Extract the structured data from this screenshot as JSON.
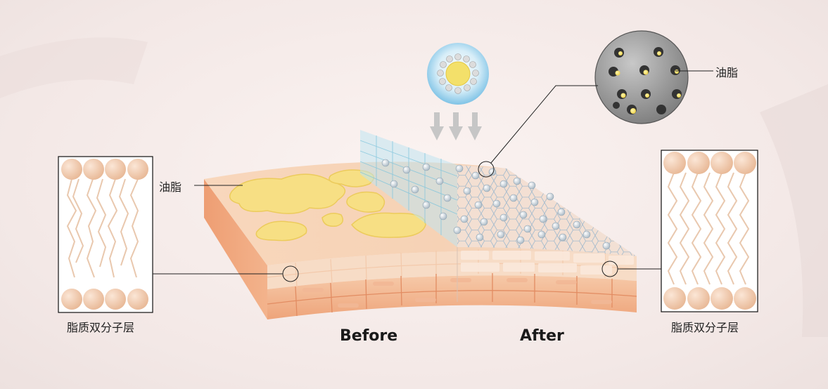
{
  "labels": {
    "oil_left": "油脂",
    "oil_right": "油脂",
    "bilayer_left": "脂质双分子层",
    "bilayer_right": "脂质双分子层",
    "before": "Before",
    "after": "After"
  },
  "colors": {
    "background": "#f4e9e7",
    "skin_top": "#f7d3b6",
    "skin_side": "#f0a57a",
    "oil": "#f7df84",
    "mesh": "#8fcbe0",
    "particle": "#b9c7d1",
    "lipid_head": "#f1cdb3"
  }
}
